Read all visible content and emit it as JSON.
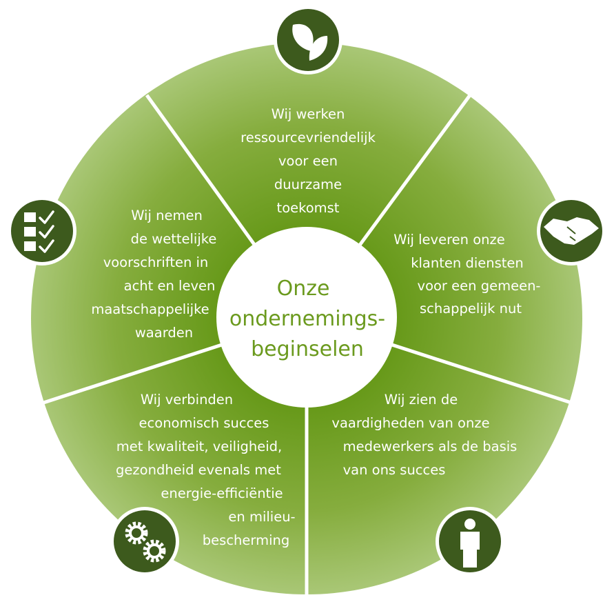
{
  "title": [
    "Onze",
    "ondernemings-",
    "beginselen"
  ],
  "colors": {
    "ring_inner": "#689a18",
    "ring_outer": "#a8c673",
    "icon_bg": "#3d5a1d",
    "center_text": "#6b9a1e"
  },
  "segments": [
    {
      "icon": "leaf-icon",
      "lines": [
        "Wij werken",
        "ressourcevriendelijk",
        "voor een",
        "duurzame",
        "toekomst"
      ]
    },
    {
      "icon": "handshake-icon",
      "lines": [
        "Wij leveren onze",
        "klanten diensten",
        "voor een gemeen-",
        "schappelijk nut"
      ]
    },
    {
      "icon": "person-icon",
      "lines": [
        "Wij zien de",
        "vaardigheden van onze",
        "medewerkers als de basis",
        "van ons succes"
      ]
    },
    {
      "icon": "gears-icon",
      "lines": [
        "Wij verbinden",
        "economisch succes",
        "met kwaliteit, veiligheid,",
        "gezondheid evenals met",
        "energie-efficiëntie",
        "en milieu-",
        "bescherming"
      ]
    },
    {
      "icon": "checklist-icon",
      "lines": [
        "Wij nemen",
        "de wettelijke",
        "voorschriften in",
        "acht en leven",
        "maatschappelijke",
        "waarden"
      ]
    }
  ]
}
